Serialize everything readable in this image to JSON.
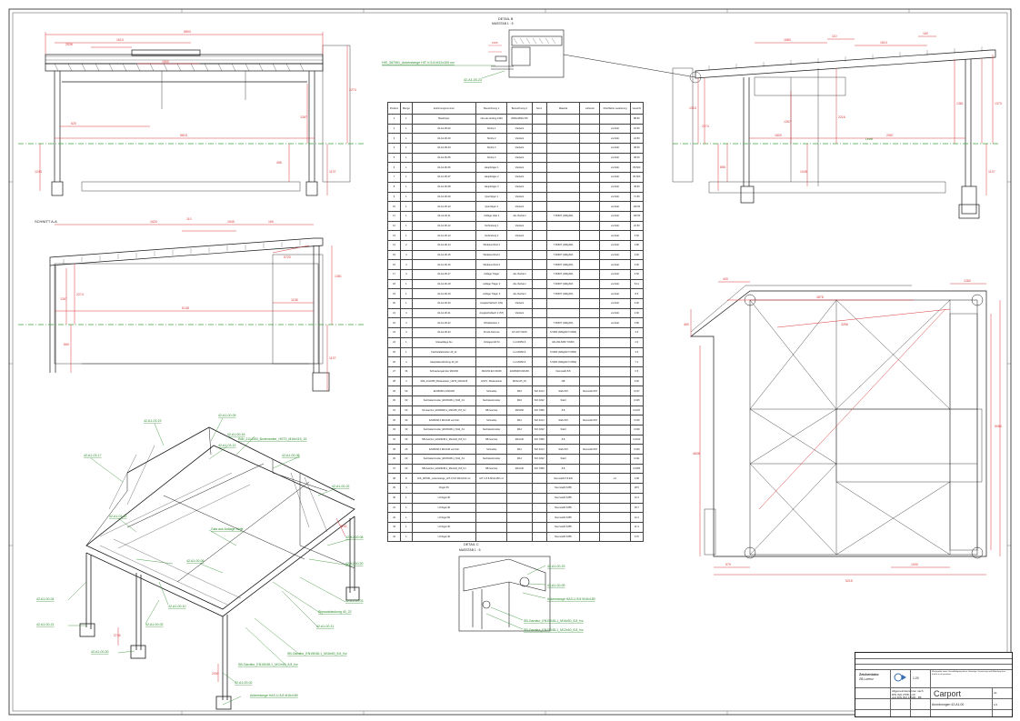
{
  "dims": {
    "front": {
      "total": "5893",
      "a": "1610",
      "b": "2536",
      "c": "1500",
      "d": "620",
      "e": "5815",
      "h1": "2274",
      "h2": "1267",
      "h3": "1243",
      "h4": "456",
      "h5": "1137"
    },
    "section": {
      "a": "1620",
      "b": "110",
      "c": "1645",
      "d": "160",
      "e": "5720",
      "f": "1138",
      "g": "6138",
      "h1": "1381",
      "h2": "2274",
      "h3": "1267",
      "h4": "869",
      "h5": "1137"
    },
    "side": {
      "a": "1680",
      "b": "110",
      "c": "1610",
      "d": "160",
      "e": "1820",
      "f": "2087",
      "h1": "1315",
      "h2": "2274",
      "h3": "1267",
      "h4": "2216",
      "h5": "1137",
      "h6": "1381",
      "h7": "1373",
      "h8": "1045",
      "h9": "856"
    },
    "plan": {
      "a": "400",
      "b": "4878",
      "c": "1280",
      "d": "3256",
      "e": "579",
      "f": "5215",
      "g": "1000",
      "h1": "460",
      "h2": "4838",
      "h3": "5086"
    }
  },
  "labels": {
    "section_title": "SCHNITT A-A",
    "detail_b": "DETAIL B",
    "detail_b_scale": "MASSTAB 1 : 5",
    "detail_c": "DETAIL C",
    "detail_c_scale": "MASSTAB 1 : 5",
    "anchor_top": "HIS_387061_Ankerstange HIT-V-5.8 M12x150 mz",
    "anchor_ref": "42-A1-00-23",
    "anchor_c1": "42-A1-00-23",
    "anchor_c2": "42-A1-00-09",
    "anchor_c3": "Ankerstange HAS-U 8.8 M16x180",
    "screw_c1": "SB-Garnitur_EN15048-1_M16x50_8.8_fvz",
    "screw_c2": "SB-Garnitur_EN15048-1_M12x40_8.8_fvz",
    "ground_label": "Level",
    "iso": [
      "42-A1-03-19",
      "42-A1-00-09",
      "42-A1-00-16",
      "Rdb_2114353_Bodenanker_HST3_M16x115_15",
      "42-A1-03-12",
      "42-A1-00-08",
      "42-A1-03-17",
      "42-A1-00-22",
      "42-A1-03-12",
      "Glas aus Auflage Stufe",
      "42-A1-00-08",
      "42-A1-00-20",
      "42-A1-00-06",
      "42-A1-00-10",
      "42-A1-00-02",
      "Stossabdeckung 40_22",
      "42-A1-00-11",
      "SB-Garnitur_EN15048-1_M16x50_8.8_fvz",
      "SB-Garnitur_EN15048-1_M12x40_8.8_fvz",
      "42-A1-00-04",
      "42-A1-00-21",
      "42-A1-00-20",
      "42-A1-00-03",
      "42-A1-00-02",
      "Ankerstange HAS-U 8.8 M16x180"
    ]
  },
  "bom": {
    "headers": [
      "Position",
      "Menge",
      "Zeichnungsnummer",
      "Bezeichnung 1",
      "Bezeichnung 2",
      "Norm",
      "Material",
      "Lieferant",
      "Oberfläche Lackierung",
      "Gewicht"
    ],
    "rows": [
      [
        "1",
        "1",
        "Baukörper",
        "Neu als Auftrag 1940",
        "2000x1800x700",
        "",
        "",
        "",
        "",
        "88.50"
      ],
      [
        "2",
        "1",
        "42-A1-00-02",
        "Stütze 1",
        "Vierkant",
        "",
        "",
        "",
        "verzinkt",
        "24.50"
      ],
      [
        "3",
        "1",
        "42-A1-00-03",
        "Stütze 2",
        "Vierkant",
        "",
        "",
        "",
        "verzinkt",
        "24.50"
      ],
      [
        "4",
        "1",
        "42-A1-00-04",
        "Stütze 3",
        "Vierkant",
        "",
        "",
        "",
        "verzinkt",
        "38.00"
      ],
      [
        "5",
        "1",
        "42-A1-00-05",
        "Stütze 4",
        "Vierkant",
        "",
        "",
        "",
        "verzinkt",
        "38.00"
      ],
      [
        "6",
        "1",
        "42-A1-00-06",
        "Hauptträger 1",
        "Vierkant",
        "",
        "",
        "",
        "verzinkt",
        "86.500"
      ],
      [
        "7",
        "1",
        "42-A1-00-07",
        "Hauptträger 2",
        "Vierkant",
        "",
        "",
        "",
        "verzinkt",
        "81.500"
      ],
      [
        "8",
        "1",
        "42-A1-00-08",
        "Hauptträger 3",
        "Vierkant",
        "",
        "",
        "",
        "verzinkt",
        "49.50"
      ],
      [
        "9",
        "1",
        "42-A1-00-09",
        "Querträger 1",
        "Vierkant",
        "",
        "",
        "",
        "verzinkt",
        "71.50"
      ],
      [
        "10",
        "1",
        "42-A1-00-10",
        "Querträger 2",
        "Vierkant",
        "",
        "",
        "",
        "verzinkt",
        "118.50"
      ],
      [
        "11",
        "1",
        "42-A1-00-11",
        "Auflage Glas 1",
        "Alu-Vierkant",
        "",
        "T-6060T (AlMgSi0)",
        "",
        "verzinkt",
        "118.50"
      ],
      [
        "12",
        "1",
        "42-A1-00-12",
        "Verbindung 1",
        "Vierkant",
        "",
        "",
        "",
        "verzinkt",
        "22.50"
      ],
      [
        "13",
        "1",
        "42-A1-00-13",
        "Verbindung 2",
        "Vierkant",
        "",
        "",
        "",
        "verzinkt",
        "4.50"
      ],
      [
        "14",
        "2",
        "42-A1-00-14",
        "Winkelverbind 1",
        "",
        "",
        "T-6060T (AlMgSi0)",
        "",
        "verzinkt",
        "2.80"
      ],
      [
        "15",
        "4",
        "42-A1-00-15",
        "Winkelverbind 2",
        "",
        "",
        "T-6060T (AlMgSi0)",
        "",
        "verzinkt",
        "3.00"
      ],
      [
        "16",
        "4",
        "42-A1-00-16",
        "Winkelverbind 3",
        "",
        "",
        "T-6060T (AlMgSi0)",
        "",
        "verzinkt",
        "3.00"
      ],
      [
        "17",
        "4",
        "42-A1-00-17",
        "Auflage Träger",
        "Alu-Vierkant",
        "",
        "T-6060T (AlMgSi0)",
        "",
        "verzinkt",
        "4.50"
      ],
      [
        "18",
        "1",
        "42-A1-00-18",
        "Auflage Träger 2",
        "Alu-Vierkant",
        "",
        "T-6060T (AlMgSi0)",
        "",
        "verzinkt",
        "8.11"
      ],
      [
        "19",
        "1",
        "42-A1-00-19",
        "Auflage Träger 3",
        "Alu-Vierkant",
        "",
        "T-6060T (AlMgSi0)",
        "",
        "verzinkt",
        "8.5"
      ],
      [
        "20",
        "1",
        "42-A1-00-20",
        "Ausgleichsblech 1(St)",
        "Vierkant",
        "",
        "",
        "",
        "verzinkt",
        "3.00"
      ],
      [
        "21",
        "4",
        "42-A1-00-21",
        "Ausgleichsblech 2 (ST)",
        "Vierkant",
        "",
        "",
        "",
        "verzinkt",
        "2.00"
      ],
      [
        "22",
        "4",
        "42-A1-00-22",
        "Winkelstütze 1",
        "",
        "",
        "T-6060T (AlMgSi0)",
        "",
        "verzinkt",
        "2.80"
      ],
      [
        "23",
        "4",
        "42-A1-00-23",
        "Kombi-Klemme",
        "GT-2/27-60/15",
        "",
        "S 6060 (AlMgSi0 T-6060)",
        "",
        "",
        "3.6"
      ],
      [
        "24",
        "1",
        "Glasauflage Alu",
        "Verlegeprofil St",
        "L1-160/50-6",
        "",
        "EN-AW-6060 T-6060",
        "",
        "",
        "2.0"
      ],
      [
        "25",
        "1",
        "Flachstahlstreifen 40_11",
        "",
        "L1-160/50-6",
        "",
        "S 6060 (AlMgSi0 T-6060)",
        "",
        "",
        "3.6"
      ],
      [
        "26",
        "4",
        "Glasplattendichtung 40_22",
        "",
        "L1-160/50-6",
        "",
        "S 6060 (AlMgSi0 T-6060)",
        "",
        "",
        "7.1"
      ],
      [
        "27",
        "36",
        "Schraubengarnitur M16x50",
        "M16x50 EN 15048",
        "EN15048 M16x50",
        "",
        "Nennstahl 8.8",
        "",
        "",
        "0.5"
      ],
      [
        "28",
        "4",
        "Rdb_2114353_Bodenanker_HST3_M16x115",
        "HST3 - Bodenanker",
        "M16x115_15",
        "",
        "GB",
        "",
        "",
        "0.00"
      ],
      [
        "29",
        "60",
        "EN15048-1 M16x50",
        "Schraube",
        "M16",
        "ISO 4014",
        "Stahl 8.8",
        "Nennstahl 8.8",
        "",
        "0.017"
      ],
      [
        "30",
        "60",
        "Sechskantmutter_EN15048-1_M16_fvz",
        "Sechskantmutter",
        "M16",
        "ISO 4032",
        "Stahl",
        "",
        "",
        "0.025"
      ],
      [
        "31",
        "60",
        "Sb-Garnitur_EN15048-1_M16x50_8.8_fvz",
        "SB-Garnitur",
        "M16x50",
        "ISO 7089",
        "8.8",
        "",
        "",
        "0.0347"
      ],
      [
        "32",
        "30",
        "EN15048-1 M12x40 verzinkt",
        "Schraube",
        "M12",
        "ISO 4014",
        "Stahl 8.8",
        "Nennstahl 8.8",
        "",
        "0.015"
      ],
      [
        "33",
        "30",
        "Sechskantmutter_EN15048-1_M12_fvz",
        "Sechskantmutter",
        "M12",
        "ISO 4032",
        "Stahl",
        "",
        "",
        "0.009"
      ],
      [
        "34",
        "30",
        "SB-Garnitur_EN15048-1_M12x40_8.8_fvz",
        "SB-Garnitur",
        "M12x40",
        "ISO 7089",
        "8.8",
        "",
        "",
        "0.0013"
      ],
      [
        "35",
        "20",
        "EN15048-1 M12x40 verzinkt",
        "Schraube",
        "M12",
        "ISO 4014",
        "Stahl 8.8",
        "Nennstahl 8.8",
        "",
        "0.009"
      ],
      [
        "36",
        "20",
        "Sechskantmutter_EN15048-1_M12_fvz",
        "Sechskantmutter",
        "M12",
        "ISO 4032",
        "Stahl",
        "",
        "",
        "0.011"
      ],
      [
        "37",
        "20",
        "SB-Garnitur_EN15048-1_M12x40_8.8_fvz",
        "SB-Garnitur",
        "M12x40",
        "ISO 7089",
        "8.8",
        "",
        "",
        "0.0006"
      ],
      [
        "38",
        "8",
        "HIS_387061_Ankerstange_HIT-V-5.8 M12x150 mz",
        "HIT-V-5.8 M12x150 mz",
        "",
        "",
        "Nennstahl 5.8 EN",
        "",
        "mz",
        "0.08"
      ],
      [
        "39",
        "4",
        "Flügel 45",
        "",
        "",
        "",
        "Nennstahl S355",
        "",
        "",
        "28.5"
      ],
      [
        "40",
        "1",
        "U-Flügel 40",
        "",
        "",
        "",
        "Nennstahl S355",
        "",
        "",
        "12.3"
      ],
      [
        "41",
        "1",
        "U-Flügel 40",
        "",
        "",
        "",
        "Nennstahl S355",
        "",
        "",
        "18.7"
      ],
      [
        "42",
        "1",
        "U-Flügel 50",
        "",
        "",
        "",
        "Nennstahl S355",
        "",
        "",
        "12.4"
      ],
      [
        "43",
        "1",
        "U-Flügel 40",
        "",
        "",
        "",
        "Nennstahl S355",
        "",
        "",
        "11.9"
      ],
      [
        "44",
        "1",
        "U-Flügel 40",
        "",
        "",
        "",
        "Nennstahl S355",
        "",
        "",
        "0.76"
      ]
    ]
  },
  "title_block": {
    "name": "Carport",
    "drawing_no": "Anordnungen 42-A1-00",
    "scale": "1:20",
    "company": "Zeichenbüro",
    "sub": "ZB-Lorenz",
    "note1": "Allgemeintoleranzen nach",
    "note2": "DIN ISO 2768 - mK",
    "note3": "und DIN ISO 13920 - BF",
    "sheet": "1/1",
    "size": "A1",
    "copy": "Weitergabe sowie Vervielfältigung dieser Unterlage, Verwertung und Mitteilung ihres Inhalts nicht gestattet."
  },
  "colors": {
    "dim": "#d8383c",
    "center": "#3ea83e",
    "line": "#1a1a1a",
    "label": "#2a8a2a"
  }
}
